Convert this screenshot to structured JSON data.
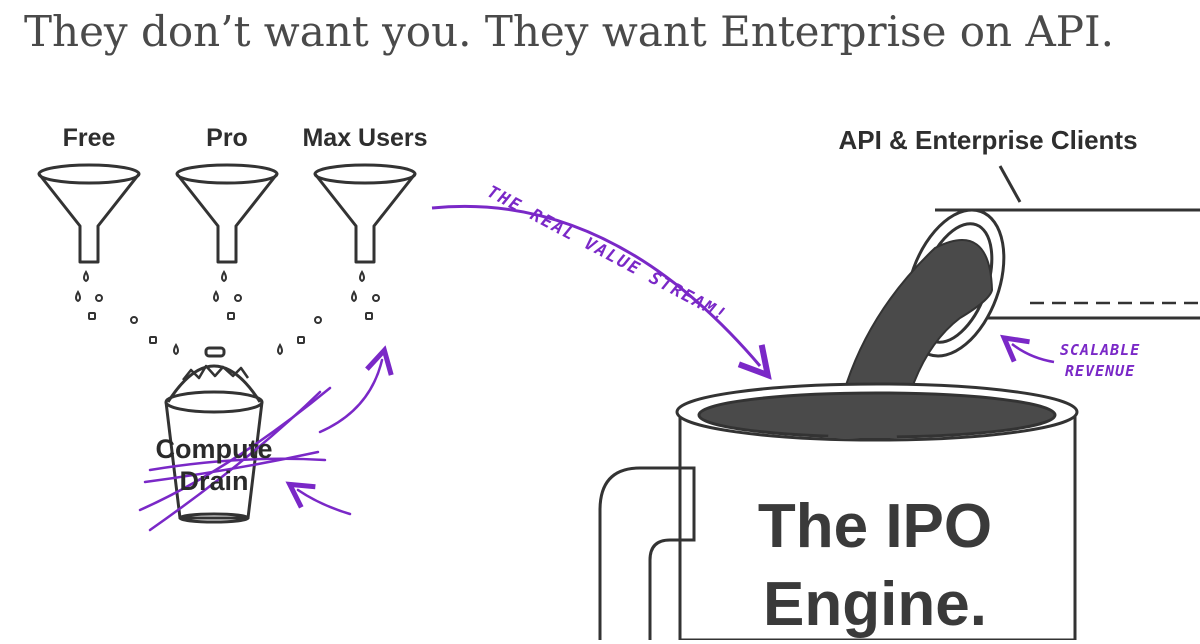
{
  "headline": "They don’t want you. They want Enterprise on API.",
  "funnels": [
    {
      "label": "Free"
    },
    {
      "label": "Pro"
    },
    {
      "label": "Max Users"
    }
  ],
  "bucket": {
    "label_line1": "Compute",
    "label_line2": "Drain"
  },
  "pipe": {
    "label": "API & Enterprise Clients"
  },
  "annotations": {
    "value_stream": "THE REAL VALUE STREAM!",
    "scalable_line1": "SCALABLE",
    "scalable_line2": "REVENUE"
  },
  "engine": {
    "line1": "The IPO",
    "line2": "Engine."
  },
  "colors": {
    "ink": "#333333",
    "accent": "#7a28c7",
    "fluid": "#4a4a4a"
  }
}
